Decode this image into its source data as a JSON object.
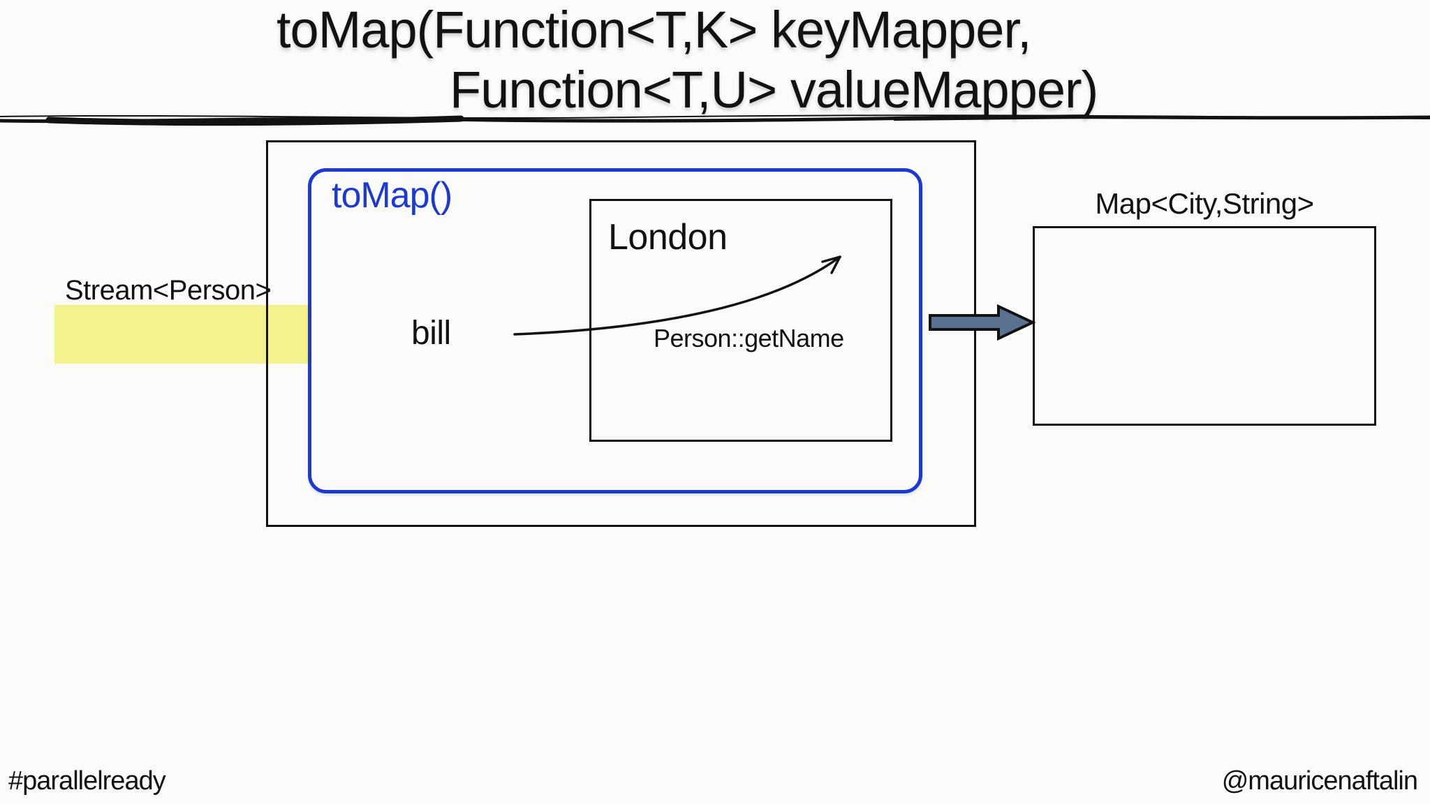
{
  "slide": {
    "title": {
      "line1": "toMap(Function<T,K> keyMapper,",
      "line2": "Function<T,U> valueMapper)"
    },
    "footer": {
      "hashtag": "#parallelready",
      "handle": "@mauricenaftalin"
    }
  },
  "diagram": {
    "input_type_label": "Stream<Person>",
    "collector_label": "toMap()",
    "city_key_label": "London",
    "person_value_label": "bill",
    "method_ref_label": "Person::getName",
    "output_type_label": "Map<City,String>"
  },
  "colors": {
    "accent_blue": "#1c3ad2",
    "highlight_yellow": "#f3f28d",
    "arrow_fill": "#5b7190",
    "ink": "#121212",
    "background": "#fbfbfa"
  }
}
